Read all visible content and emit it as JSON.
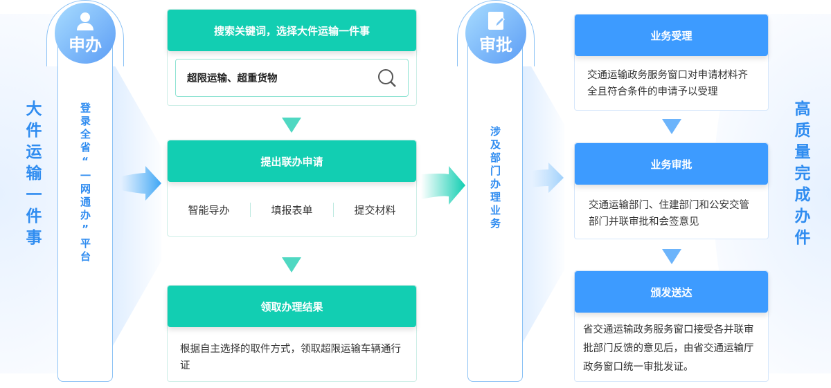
{
  "left_title": "大件运输一件事",
  "right_title": "高质量完成办件",
  "apply": {
    "label": "申办",
    "icon": "user-icon",
    "desc": "登录全省“一网通办”平台"
  },
  "approve": {
    "label": "审批",
    "icon": "edit-document-icon",
    "desc": "涉及部门办理业务"
  },
  "steps": [
    {
      "title": "搜索关键词，选择大件运输一件事",
      "search_value": "超限运输、超重货物"
    },
    {
      "title": "提出联办申请",
      "items": [
        "智能导办",
        "填报表单",
        "提交材料"
      ]
    },
    {
      "title": "领取办理结果",
      "text": "根据自主选择的取件方式，领取超限运输车辆通行证"
    }
  ],
  "approval_steps": [
    {
      "title": "业务受理",
      "text": "交通运输政务服务窗口对申请材料齐全且符合条件的申请予以受理"
    },
    {
      "title": "业务审批",
      "text": "交通运输部门、住建部门和公安交管部门并联审批和会签意见"
    },
    {
      "title": "颁发送达",
      "text": "省交通运输政务服务窗口接受各并联审批部门反馈的意见后，由省交通运输厅政务窗口统一审批发证。"
    }
  ],
  "colors": {
    "teal": "#12ceb2",
    "blue": "#3d9bff",
    "text_blue": "#2f8cf0"
  }
}
